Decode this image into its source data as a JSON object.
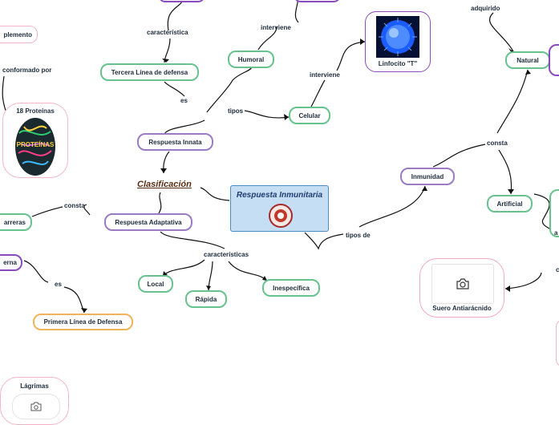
{
  "central": {
    "title": "Respuesta Inmunitaria"
  },
  "classification": "Clasificación",
  "nodes": {
    "innate": "Respuesta Innata",
    "adaptive": "Respuesta Adaptativa",
    "third_line": "Tercera Línea de defensa",
    "humoral": "Humoral",
    "cellular": "Celular",
    "lymphocyte": "Linfocito \"T\"",
    "immunity": "Inmunidad",
    "natural": "Natural",
    "artificial": "Artificial",
    "local": "Local",
    "fast": "Rápida",
    "nonspecific": "Inespecífica",
    "first_line": "Primera Línea de Defensa",
    "complement": "plemento",
    "barriers": "arreras",
    "external": "erna",
    "proteins": "18 Proteínas",
    "antivenom": "Suero Antiarácnido",
    "tears": "Lágrimas"
  },
  "labels": {
    "caracteristica": "característica",
    "interviene_top": "interviene",
    "interviene_mid": "interviene",
    "es_innate": "es",
    "tipos": "tipos",
    "conformado": "conformado por",
    "consta_left": "consta",
    "caracteristicas": "características",
    "es_first": "es",
    "tipos_de": "tipos de",
    "consta_right": "consta",
    "adquirido": "adquirido",
    "a_cut": "a",
    "c_cut": "c"
  },
  "images": {
    "proteins_text": "PROTEÍNAS"
  },
  "colors": {
    "green": "#67c28d",
    "purple": "#9a7bc4",
    "pink": "#f2b6c6",
    "orange": "#f0b45a",
    "central_fill": "#c6def4"
  }
}
